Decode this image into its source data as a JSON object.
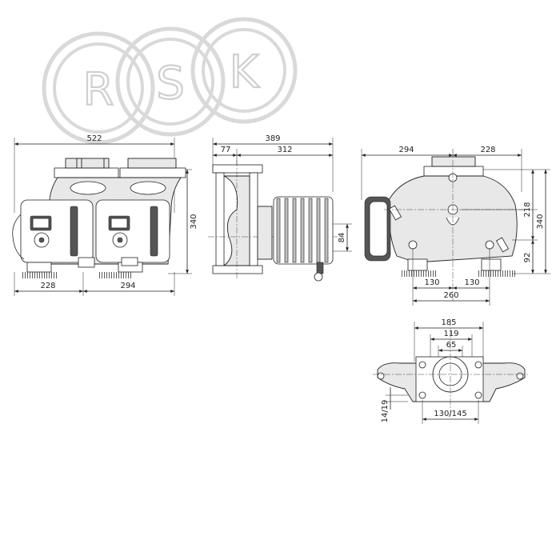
{
  "watermark": {
    "letters": [
      "R",
      "S",
      "K"
    ],
    "ring_color": "#d9d9d9"
  },
  "views": {
    "front": {
      "dim_top": "522",
      "dim_right": "340",
      "dim_bottom_left": "228",
      "dim_bottom_right": "294"
    },
    "side": {
      "dim_top_total": "389",
      "dim_top_left": "77",
      "dim_top_right": "312",
      "dim_right": "84"
    },
    "rear": {
      "dim_top_left": "294",
      "dim_top_right": "228",
      "dim_right_outer": "340",
      "dim_right_upper": "218",
      "dim_right_lower": "92",
      "dim_bottom_left": "130",
      "dim_bottom_right": "130",
      "dim_bottom_total": "260"
    },
    "bottom": {
      "dim_top_outer": "185",
      "dim_top_middle": "119",
      "dim_top_inner": "65",
      "dim_left": "14/19",
      "dim_bottom": "130/145"
    }
  }
}
